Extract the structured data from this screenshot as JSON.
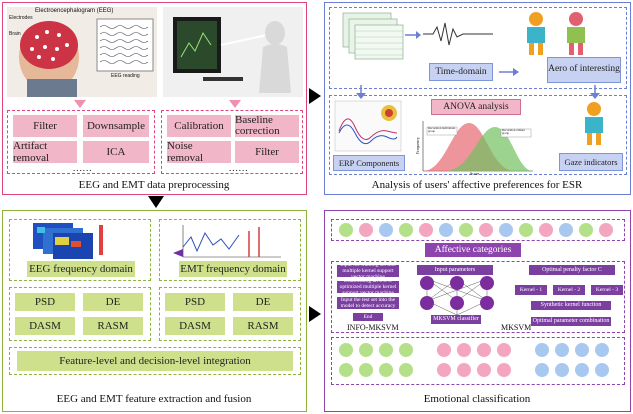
{
  "panel_preprocessing": {
    "caption": "EEG and EMT data preprocessing",
    "eeg_image_title": "Electroencephalogram (EEG)",
    "eeg_labels": {
      "electrodes": "Electrodes",
      "brain": "Brain",
      "reading": "EEG reading"
    },
    "eeg_steps": [
      "Filter",
      "Downsample",
      "Artifact removal",
      "ICA"
    ],
    "emt_steps": [
      "Calibration",
      "Baseline correction",
      "Noise removal",
      "Filter"
    ],
    "ellipsis": "......"
  },
  "panel_analysis": {
    "caption": "Analysis of users' affective preferences for ESR",
    "time_domain": "Time-domain",
    "aoi": "Aero of interesting",
    "erp": "ERP Components",
    "anova": "ANOVA analysis",
    "gaze": "Gaze indicators",
    "chart_labels": {
      "ylabel": "Frequency",
      "xlabel": "Score",
      "group1": "Decoration indications group",
      "group2": "Decoration cabinet group"
    }
  },
  "panel_features": {
    "caption": "EEG and EMT feature extraction and fusion",
    "eeg_domain": "EEG frequency domain",
    "emt_domain": "EMT frequency domain",
    "eeg_features": [
      "PSD",
      "DE",
      "DASM",
      "RASM"
    ],
    "emt_features": [
      "PSD",
      "DE",
      "DASM",
      "RASM"
    ],
    "integration": "Feature-level and decision-level integration"
  },
  "panel_classification": {
    "caption": "Emotional classification",
    "affective": "Affective categories",
    "info_mksvm_steps": [
      "Input the training set into multiple kernel support vector machine",
      "Establishing an INFO optimized multiple kernel support vector machine",
      "Input the test set into the model to detect accuracy",
      "End"
    ],
    "info_mksvm_label": "INFO-MKSVM",
    "input_params": "Input parameters",
    "mksvm_classifier": "MKSVM classifier",
    "mksvm_label": "MKSVM",
    "penalty": "Optimal penalty factor C",
    "kernels": [
      "Kernel - 1",
      "Kernel - 2",
      "Kernel - 3"
    ],
    "synthetic": "Synthetic kernel function",
    "optimal_combo": "Optimal parameter combination",
    "colors": {
      "green": "#b5e08a",
      "pink": "#f4a6c0",
      "blue": "#a9c8f0"
    }
  }
}
